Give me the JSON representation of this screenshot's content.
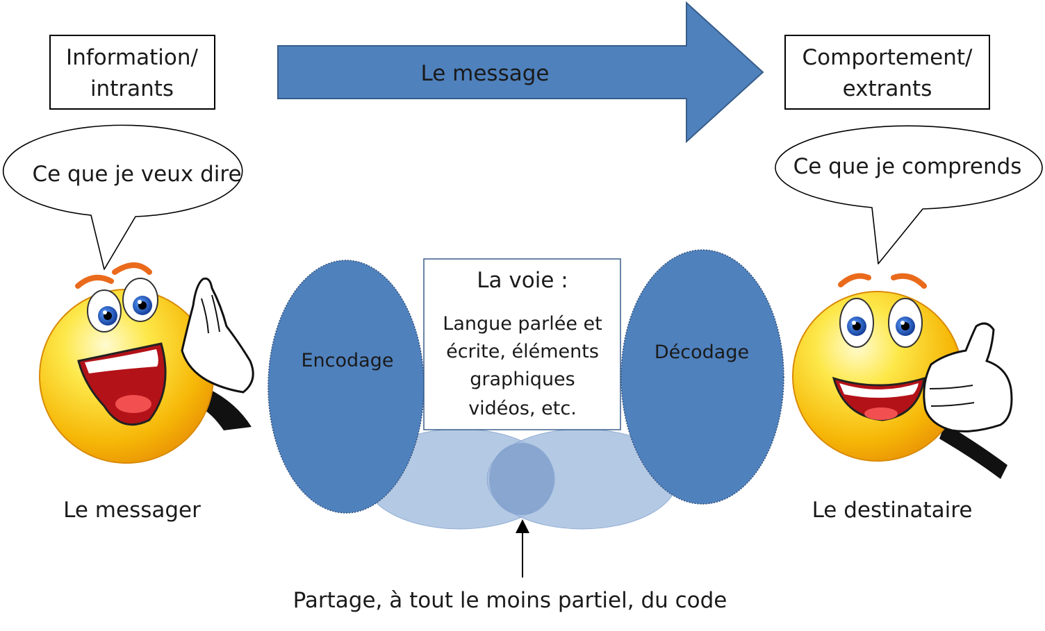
{
  "input_box": {
    "line1": "Information/",
    "line2": "intrants"
  },
  "message_arrow": {
    "label": "Le message"
  },
  "output_box": {
    "line1": "Comportement/",
    "line2": "extrants"
  },
  "sender_bubble": {
    "text": "Ce que je veux dire"
  },
  "receiver_bubble": {
    "text": "Ce que je comprends"
  },
  "sender": {
    "label": "Le messager"
  },
  "receiver": {
    "label": "Le destinataire"
  },
  "encoding": {
    "label": "Encodage"
  },
  "decoding": {
    "label": "Décodage"
  },
  "channel": {
    "title": "La voie :",
    "lines": [
      "Langue parlée et",
      "écrite, éléments",
      "graphiques",
      "vidéos, etc."
    ]
  },
  "shared_code": {
    "caption": "Partage, à tout le moins partiel, du code"
  },
  "colors": {
    "shape_blue": "#4f81bd",
    "shape_blue_light": "#a7bfdf",
    "smiley_yellow": "#f9c708",
    "eye_blue": "#1f5fbf",
    "mouth_red": "#c0161b",
    "brow_orange": "#ea6a1c"
  }
}
